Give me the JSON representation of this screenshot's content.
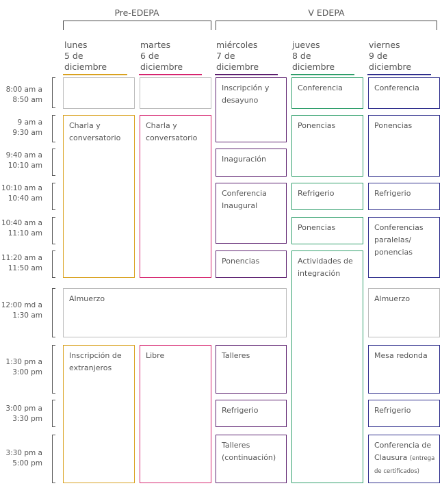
{
  "groups": [
    {
      "label": "Pre-EDEPA"
    },
    {
      "label": "V EDEPA"
    }
  ],
  "days": [
    {
      "name": "lunes",
      "date": "5 de diciembre",
      "color": "#D9A11E"
    },
    {
      "name": "martes",
      "date": "6 de diciembre",
      "color": "#D6246E"
    },
    {
      "name": "miércoles",
      "date": "7 de diciembre",
      "color": "#5B1E6E"
    },
    {
      "name": "jueves",
      "date": "8 de diciembre",
      "color": "#2E9E6A"
    },
    {
      "name": "viernes",
      "date": "9 de diciembre",
      "color": "#2E2E8C"
    }
  ],
  "times": [
    {
      "l1": "8:00 am a",
      "l2": "8:50 am"
    },
    {
      "l1": "9 am a",
      "l2": "9:30 am"
    },
    {
      "l1": "9:40 am a",
      "l2": "10:10 am"
    },
    {
      "l1": "10:10 am a",
      "l2": "10:40 am"
    },
    {
      "l1": "10:40 am a",
      "l2": "11:10 am"
    },
    {
      "l1": "11:20 am a",
      "l2": "11:50 am"
    },
    {
      "l1": "12:00 md a",
      "l2": "1:30 am"
    },
    {
      "l1": "1:30 pm a",
      "l2": "3:00 pm"
    },
    {
      "l1": "3:00 pm a",
      "l2": "3:30 pm"
    },
    {
      "l1": "3:30 pm a",
      "l2": "5:00 pm"
    }
  ],
  "cells": {
    "lun_empty": "",
    "mar_empty": "",
    "lun_charla": "Charla y conversatorio",
    "mar_charla": "Charla y conversatorio",
    "mie_inscripcion": "Inscripción y desayuno",
    "mie_inauguracion": "Inaguración",
    "mie_conferencia": "Conferencia Inaugural",
    "mie_ponencias": "Ponencias",
    "jue_conferencia": "Conferencia",
    "jue_ponencias1": "Ponencias",
    "jue_refrigerio": "Refrigerio",
    "jue_ponencias2": "Ponencias",
    "jue_actividades": "Actividades de integración",
    "vie_conferencia": "Conferencia",
    "vie_ponencias": "Ponencias",
    "vie_refrigerio": "Refrigerio",
    "vie_paralelas": "Conferencias paralelas/ ponencias",
    "almuerzo": "Almuerzo",
    "vie_almuerzo": "Almuerzo",
    "lun_inscripcion": "Inscripción de extranjeros",
    "mar_libre": "Libre",
    "mie_talleres": "Talleres",
    "mie_refrigerio": "Refrigerio",
    "mie_talleres2": "Talleres (continuación)",
    "vie_mesa": "Mesa redonda",
    "vie_refrigerio2": "Refrigerio",
    "vie_clausura": "Conferencia de Clausura",
    "vie_clausura_note": "(entrega de certificados)"
  },
  "colors": {
    "lunes": "#D9A11E",
    "martes": "#D6246E",
    "miercoles": "#5B1E6E",
    "jueves": "#2E9E6A",
    "viernes": "#2E2E8C",
    "neutral": "#BBBBBB"
  }
}
